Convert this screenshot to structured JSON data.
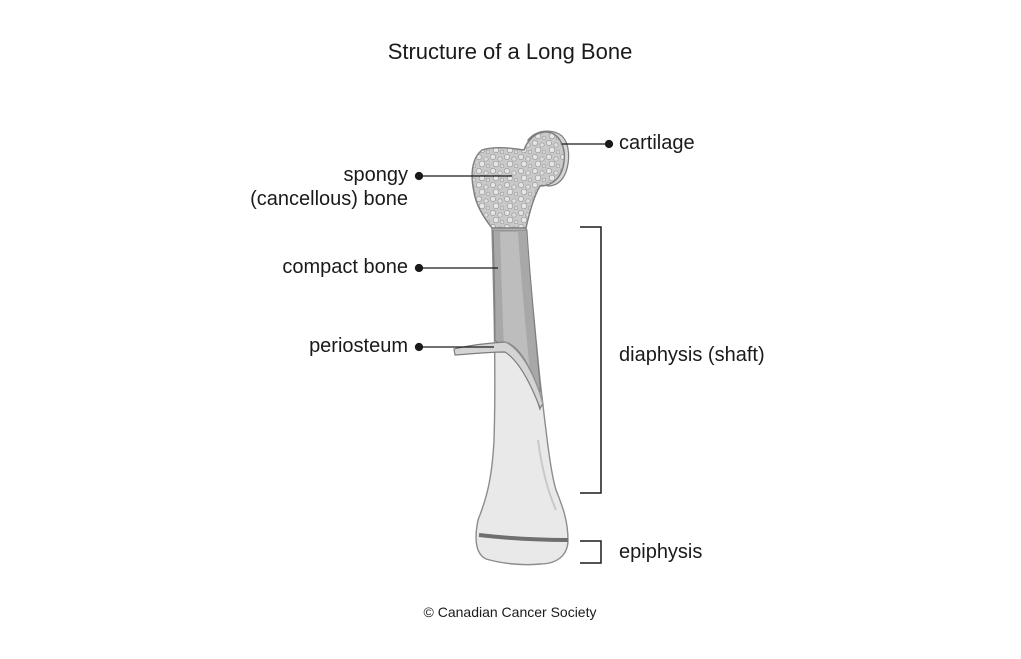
{
  "title": "Structure of a Long Bone",
  "labels": {
    "cartilage": "cartilage",
    "spongy_line1": "spongy",
    "spongy_line2": "(cancellous) bone",
    "compact": "compact bone",
    "periosteum": "periosteum",
    "diaphysis": "diaphysis (shaft)",
    "epiphysis": "epiphysis"
  },
  "credit": "© Canadian Cancer Society",
  "colors": {
    "bone_light": "#e9e9e9",
    "bone_outline": "#8c8c8c",
    "compact": "#a9a9a9",
    "spongy": "#c4c4c4",
    "cartilage": "#d3d3d3",
    "leader": "#1a1a1a",
    "text": "#1a1a1a"
  }
}
